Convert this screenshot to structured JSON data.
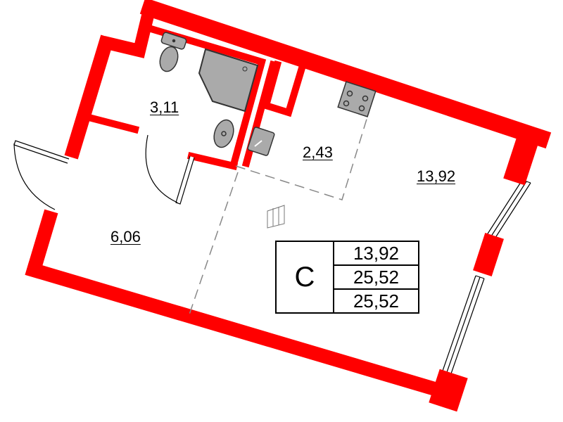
{
  "colors": {
    "wall": "#ff0000",
    "fixture": "#aaaaaa"
  },
  "rooms": {
    "bathroom_area": "3,11",
    "kitchen_area": "2,43",
    "living_area": "13,92",
    "hall_area": "6,06"
  },
  "legend": {
    "apartment_type": "С",
    "living_area": "13,92",
    "total_area": "25,52",
    "total_area_with_balcony": "25,52"
  }
}
